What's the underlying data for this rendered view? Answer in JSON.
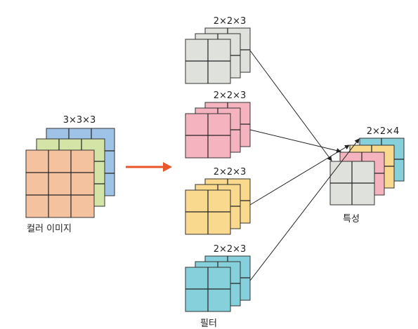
{
  "input": {
    "dim_label": "3×3×3",
    "caption": "컬러 이미지",
    "layer_colors": [
      "#9fc3e6",
      "#d4e4a6",
      "#f5c29f"
    ]
  },
  "arrow_color": "#e8572a",
  "filters": {
    "caption": "필터",
    "items": [
      {
        "dim_label": "2×2×3",
        "color": "#dfe1dc"
      },
      {
        "dim_label": "2×2×3",
        "color": "#f5b3bf"
      },
      {
        "dim_label": "2×2×3",
        "color": "#f8d98e"
      },
      {
        "dim_label": "2×2×3",
        "color": "#86d0dc"
      }
    ]
  },
  "output": {
    "dim_label": "2×2×4",
    "caption": "특성",
    "layer_colors": [
      "#86d0dc",
      "#f8d98e",
      "#f5b3bf",
      "#dfe1dc"
    ]
  }
}
